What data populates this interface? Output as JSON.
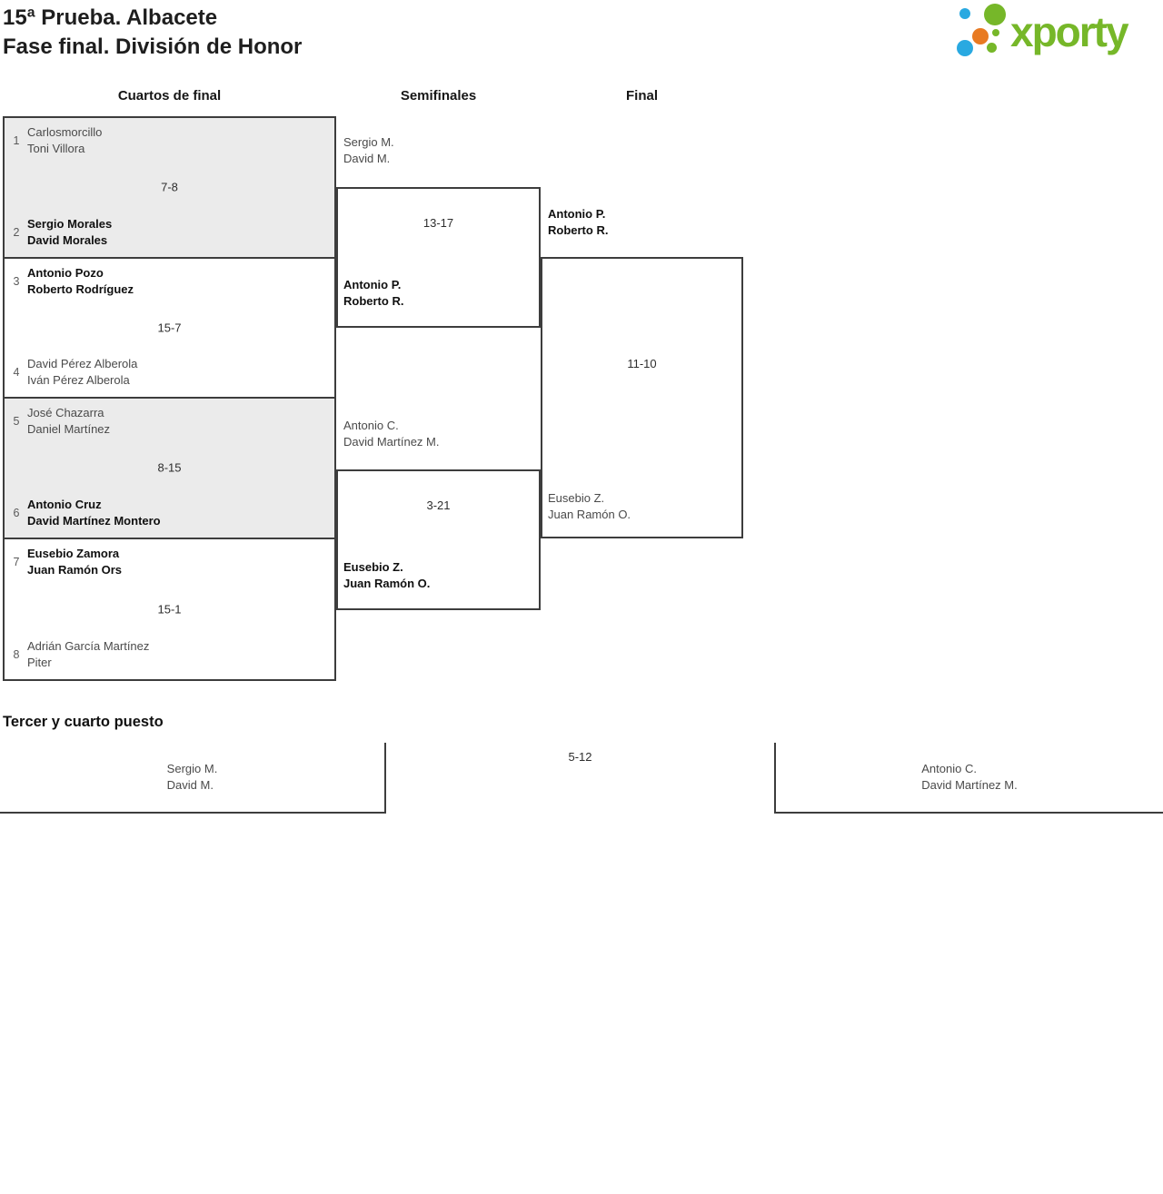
{
  "header": {
    "title_line1": "15ª Prueba. Albacete",
    "title_line2": "Fase final. División de Honor",
    "logo_text": "xporty"
  },
  "columns": {
    "quarterfinals": "Cuartos de final",
    "semifinals": "Semifinales",
    "final": "Final"
  },
  "colors": {
    "logo_green": "#76b729",
    "logo_blue": "#29a9e1",
    "logo_orange": "#e87a22",
    "shaded_box": "#ebebeb",
    "bracket_line": "#3d3d3d"
  },
  "quarterfinals": [
    {
      "seed1": "1",
      "team1": [
        "Carlosmorcillo",
        "Toni Villora"
      ],
      "score": "7-8",
      "seed2": "2",
      "team2": [
        "Sergio Morales",
        "David Morales"
      ],
      "winner": "bottom"
    },
    {
      "seed1": "3",
      "team1": [
        "Antonio Pozo",
        "Roberto Rodríguez"
      ],
      "score": "15-7",
      "seed2": "4",
      "team2": [
        "David Pérez Alberola",
        "Iván Pérez Alberola"
      ],
      "winner": "top"
    },
    {
      "seed1": "5",
      "team1": [
        "José Chazarra",
        "Daniel Martínez"
      ],
      "score": "8-15",
      "seed2": "6",
      "team2": [
        "Antonio Cruz",
        "David Martínez Montero"
      ],
      "winner": "bottom"
    },
    {
      "seed1": "7",
      "team1": [
        "Eusebio Zamora",
        "Juan Ramón Ors"
      ],
      "score": "15-1",
      "seed2": "8",
      "team2": [
        "Adrián García Martínez",
        "Piter"
      ],
      "winner": "top"
    }
  ],
  "semifinals": [
    {
      "team1": [
        "Sergio M.",
        "David M."
      ],
      "score": "13-17",
      "team2": [
        "Antonio P.",
        "Roberto R."
      ],
      "winner": "bottom"
    },
    {
      "team1": [
        "Antonio C.",
        "David Martínez M."
      ],
      "score": "3-21",
      "team2": [
        "Eusebio Z.",
        "Juan Ramón O."
      ],
      "winner": "bottom"
    }
  ],
  "final": {
    "team1": [
      "Antonio P.",
      "Roberto R."
    ],
    "score": "11-10",
    "team2": [
      "Eusebio Z.",
      "Juan Ramón O."
    ],
    "winner": "top"
  },
  "third_place": {
    "heading": "Tercer y cuarto puesto",
    "team1": [
      "Sergio M.",
      "David M."
    ],
    "score": "5-12",
    "team2": [
      "Antonio C.",
      "David Martínez M."
    ]
  }
}
